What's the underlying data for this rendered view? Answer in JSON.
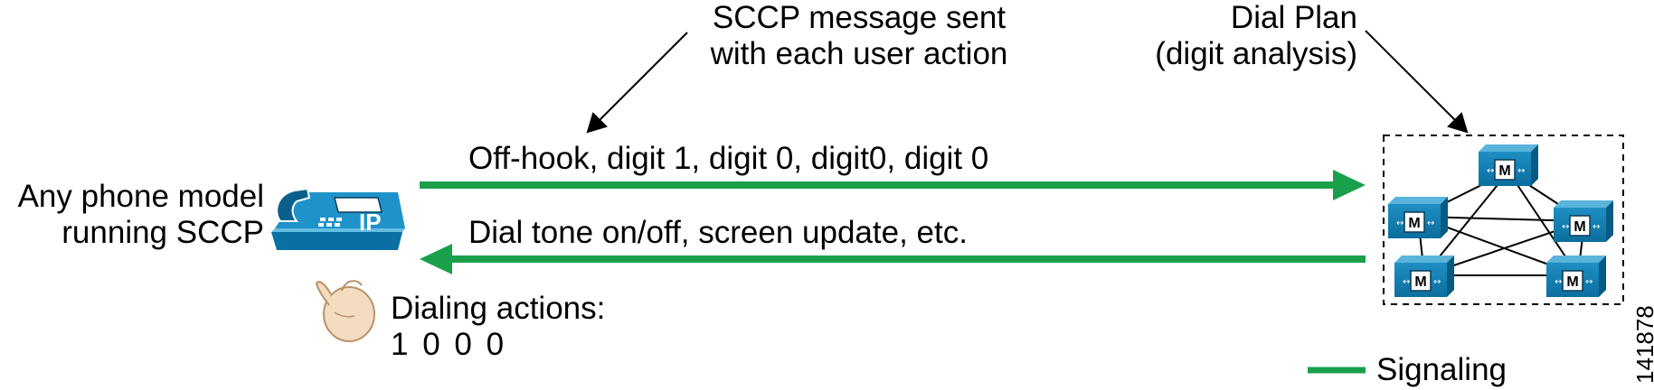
{
  "phone": {
    "label_line1": "Any phone model",
    "label_line2": "running SCCP",
    "badge": "IP"
  },
  "dialing": {
    "title": "Dialing actions:",
    "digits": "1 0 0 0"
  },
  "annotation_sccp": {
    "line1": "SCCP message sent",
    "line2": "with each user action"
  },
  "annotation_dialplan": {
    "line1": "Dial Plan",
    "line2": "(digit analysis)"
  },
  "arrow_to_cm": {
    "label": "Off-hook, digit 1, digit 0, digit0, digit 0"
  },
  "arrow_to_phone": {
    "label": "Dial tone on/off, screen update, etc."
  },
  "cluster": {
    "node_label": "M"
  },
  "legend": {
    "signaling_label": "Signaling",
    "signaling_color": "#1aa04a"
  },
  "figure_number": "141878"
}
